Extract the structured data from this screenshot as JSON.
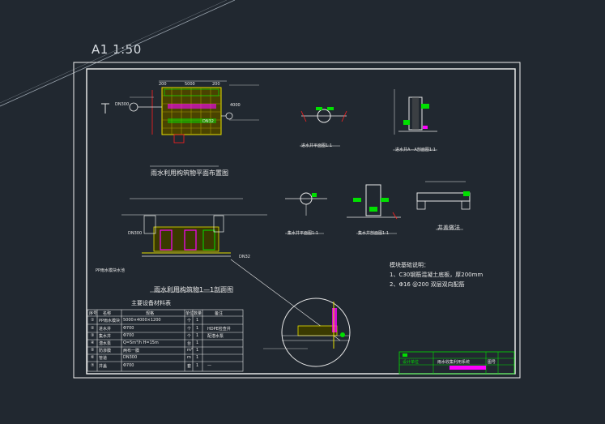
{
  "sheet": {
    "title": "A1   1:50"
  },
  "views": {
    "plan_title": "雨水利用构筑物平面布置图",
    "section_title": "雨水利用构筑物1—1剖面图",
    "detail_a_title": "进水井平面图1:1",
    "detail_b_title": "进水井A—A剖面图1:1",
    "detail_c_title": "集水井平面图1:1",
    "detail_d_title": "集水井剖面图1:1",
    "detail_e_title": "井盖做法"
  },
  "plan_dims": {
    "d1": "200",
    "d2": "5000",
    "d3": "200",
    "d4": "4000",
    "pipe_in": "DN300",
    "pipe_out": "DN32"
  },
  "section_labels": {
    "pipe_in": "DN300",
    "pipe_out": "DN32",
    "layer": "PP雨水模块水池"
  },
  "notes": {
    "heading": "模块基础说明：",
    "line1": "1、C30钢筋混凝土底板，厚200mm",
    "line2": "2、Φ16 @200 双层双向配筋"
  },
  "table": {
    "title": "主要设备材料表",
    "headers": [
      "序号",
      "名称",
      "规格",
      "单位",
      "数量",
      "备注"
    ],
    "rows": [
      [
        "①",
        "PP雨水模块",
        "5000×4000×1200",
        "个",
        "1",
        ""
      ],
      [
        "②",
        "进水井",
        "Φ700",
        "个",
        "1",
        "HDPE检查井"
      ],
      [
        "③",
        "集水井",
        "Φ700",
        "个",
        "1",
        "配潜水泵"
      ],
      [
        "④",
        "潜水泵",
        "Q=5m³/h H=15m",
        "台",
        "1",
        ""
      ],
      [
        "⑤",
        "防渗膜",
        "两布一膜",
        "m²",
        "1",
        ""
      ],
      [
        "⑥",
        "管道",
        "DN300",
        "m",
        "1",
        ""
      ],
      [
        "⑦",
        "井盖",
        "Φ700",
        "套",
        "1",
        "—"
      ]
    ]
  },
  "title_block": {
    "company": "设计单位",
    "drawing": "雨水收集利用系统",
    "sheet_no": "图号"
  },
  "colors": {
    "frame": "#f2f2f2",
    "yellow": "#e8e000",
    "green": "#00e000",
    "magenta": "#ff00ff",
    "cyan": "#00e8e8",
    "red": "#ff2020",
    "bg": "#212830"
  }
}
